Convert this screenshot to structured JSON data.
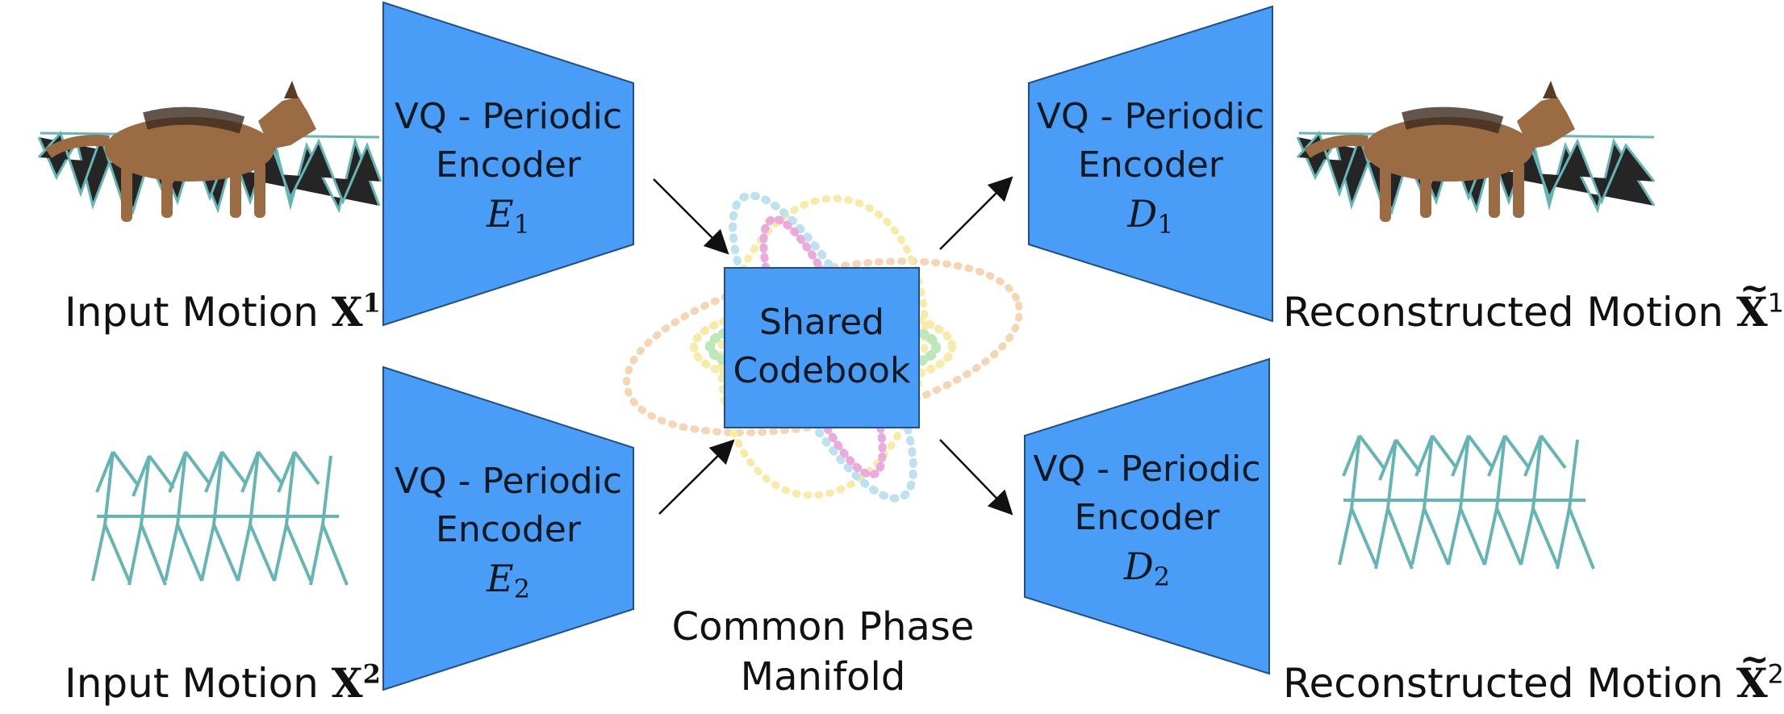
{
  "encoders": [
    {
      "id": "E1",
      "line1": "VQ - Periodic",
      "line2": "Encoder",
      "symbol": "E",
      "index": "1"
    },
    {
      "id": "E2",
      "line1": "VQ - Periodic",
      "line2": "Encoder",
      "symbol": "E",
      "index": "2"
    }
  ],
  "decoders": [
    {
      "id": "D1",
      "line1": "VQ - Periodic",
      "line2": "Encoder",
      "symbol": "D",
      "index": "1"
    },
    {
      "id": "D2",
      "line1": "VQ - Periodic",
      "line2": "Encoder",
      "symbol": "D",
      "index": "2"
    }
  ],
  "codebook": {
    "line1": "Shared",
    "line2": "Codebook"
  },
  "manifold": {
    "line1": "Common Phase",
    "line2": "Manifold"
  },
  "inputs": [
    {
      "prefix": "Input Motion",
      "symbol": "X",
      "index": "1"
    },
    {
      "prefix": "Input Motion",
      "symbol": "X",
      "index": "2"
    }
  ],
  "outputs": [
    {
      "prefix": "Reconstructed Motion",
      "symbol": "X",
      "index": "1"
    },
    {
      "prefix": "Reconstructed Motion",
      "symbol": "X",
      "index": "2"
    }
  ],
  "colors": {
    "block_fill": "#4a9df6",
    "block_stroke": "#1f4f86",
    "skeleton": "#4aa9a8",
    "dog_body": "#9b6b43",
    "manifold_colors": [
      "#f3c79a",
      "#f3e58a",
      "#a8d8ea",
      "#e48fd1",
      "#a8e0a0"
    ]
  },
  "icons": [
    "dog-motion-icon",
    "humanoid-motion-icon",
    "phase-manifold-icon",
    "arrow-icon"
  ]
}
